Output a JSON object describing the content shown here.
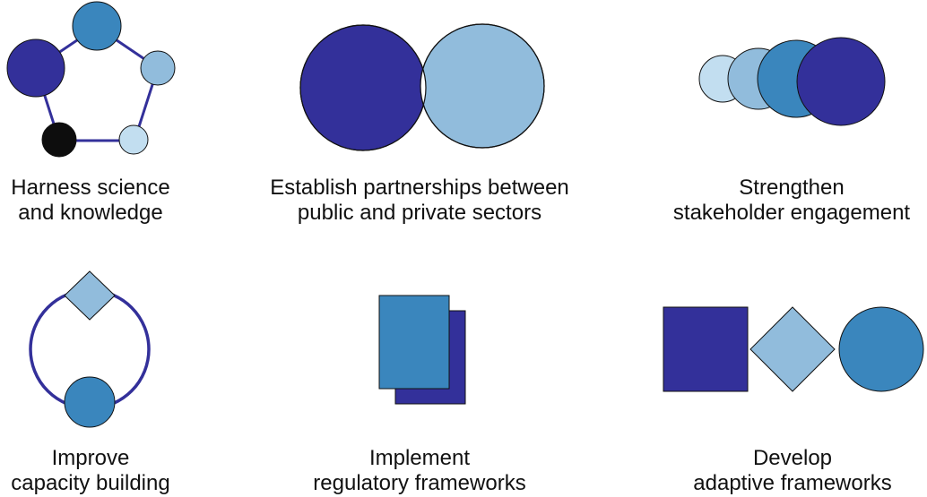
{
  "palette": {
    "navy": "#33309a",
    "mid_blue": "#3a86bd",
    "light_blue": "#91bcdc",
    "pale_blue": "#c2def0",
    "black": "#0d0d0d",
    "outline": "#111111"
  },
  "panels": [
    {
      "icon": "pentagon-network-icon",
      "caption": {
        "line1": "Harness science",
        "line2": "and knowledge"
      }
    },
    {
      "icon": "overlapping-circles-icon",
      "caption": {
        "line1": "Establish partnerships between",
        "line2": "public and private sectors"
      }
    },
    {
      "icon": "stacked-circles-icon",
      "caption": {
        "line1": "Strengthen",
        "line2": "stakeholder engagement"
      }
    },
    {
      "icon": "ring-with-diamond-icon",
      "caption": {
        "line1": "Improve",
        "line2": "capacity building"
      }
    },
    {
      "icon": "stacked-documents-icon",
      "caption": {
        "line1": "Implement",
        "line2": "regulatory frameworks"
      }
    },
    {
      "icon": "square-diamond-circle-icon",
      "caption": {
        "line1": "Develop",
        "line2": "adaptive frameworks"
      }
    }
  ]
}
